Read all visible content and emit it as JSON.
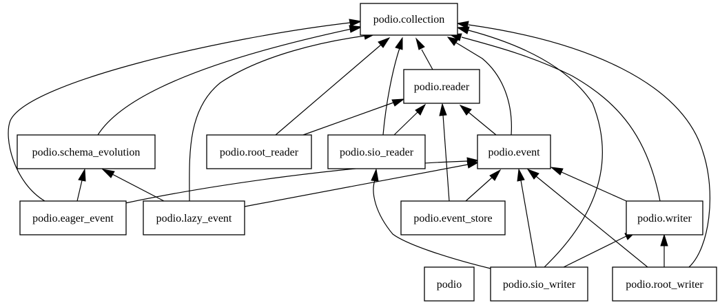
{
  "nodes": [
    {
      "id": "collection",
      "label": "podio.collection"
    },
    {
      "id": "reader",
      "label": "podio.reader"
    },
    {
      "id": "schema_evolution",
      "label": "podio.schema_evolution"
    },
    {
      "id": "root_reader",
      "label": "podio.root_reader"
    },
    {
      "id": "sio_reader",
      "label": "podio.sio_reader"
    },
    {
      "id": "event",
      "label": "podio.event"
    },
    {
      "id": "eager_event",
      "label": "podio.eager_event"
    },
    {
      "id": "lazy_event",
      "label": "podio.lazy_event"
    },
    {
      "id": "event_store",
      "label": "podio.event_store"
    },
    {
      "id": "writer",
      "label": "podio.writer"
    },
    {
      "id": "podio",
      "label": "podio"
    },
    {
      "id": "sio_writer",
      "label": "podio.sio_writer"
    },
    {
      "id": "root_writer",
      "label": "podio.root_writer"
    }
  ],
  "edges": [
    {
      "from": "reader",
      "to": "collection"
    },
    {
      "from": "schema_evolution",
      "to": "collection"
    },
    {
      "from": "root_reader",
      "to": "collection"
    },
    {
      "from": "sio_reader",
      "to": "collection"
    },
    {
      "from": "event",
      "to": "collection"
    },
    {
      "from": "eager_event",
      "to": "collection"
    },
    {
      "from": "lazy_event",
      "to": "collection"
    },
    {
      "from": "writer",
      "to": "collection"
    },
    {
      "from": "root_writer",
      "to": "collection"
    },
    {
      "from": "sio_writer",
      "to": "collection"
    },
    {
      "from": "root_reader",
      "to": "reader"
    },
    {
      "from": "sio_reader",
      "to": "reader"
    },
    {
      "from": "event",
      "to": "reader"
    },
    {
      "from": "event_store",
      "to": "reader"
    },
    {
      "from": "eager_event",
      "to": "schema_evolution"
    },
    {
      "from": "lazy_event",
      "to": "schema_evolution"
    },
    {
      "from": "eager_event",
      "to": "event"
    },
    {
      "from": "lazy_event",
      "to": "event"
    },
    {
      "from": "event_store",
      "to": "event"
    },
    {
      "from": "writer",
      "to": "event"
    },
    {
      "from": "sio_writer",
      "to": "event"
    },
    {
      "from": "root_writer",
      "to": "event"
    },
    {
      "from": "sio_writer",
      "to": "sio_reader"
    },
    {
      "from": "sio_writer",
      "to": "writer"
    },
    {
      "from": "root_writer",
      "to": "writer"
    }
  ]
}
